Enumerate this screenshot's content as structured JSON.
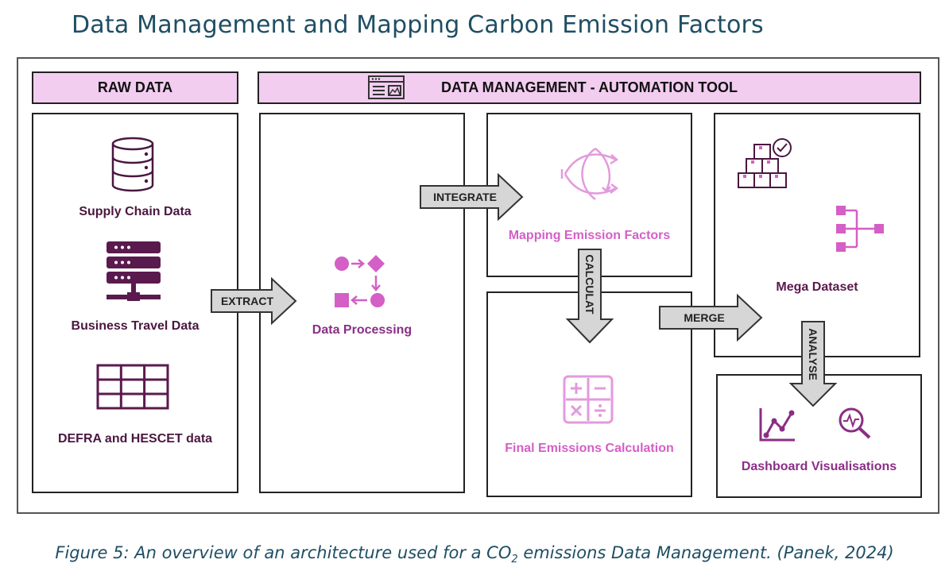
{
  "title": "Data Management and Mapping Carbon Emission Factors",
  "headers": {
    "raw": "RAW DATA",
    "tool": "DATA MANAGEMENT - AUTOMATION TOOL"
  },
  "raw_items": {
    "supply": "Supply Chain Data",
    "travel": "Business Travel Data",
    "defra": "DEFRA and HESCET data"
  },
  "stages": {
    "processing": "Data Processing",
    "mapping": "Mapping Emission Factors",
    "final": "Final Emissions Calculation",
    "mega": "Mega Dataset",
    "dashboard": "Dashboard Visualisations"
  },
  "arrows": {
    "extract": "EXTRACT",
    "integrate": "INTEGRATE",
    "calculat": "CALCULAT",
    "merge": "MERGE",
    "analyse": "ANALYSE"
  },
  "caption": {
    "prefix": "Figure 5: An overview of an architecture used for a CO",
    "sub": "2",
    "suffix": " emissions Data Management. (Panek, 2024)"
  },
  "colors": {
    "header_fill": "#f2cdf0",
    "icon_pink": "#d45fc6",
    "icon_dark": "#4a1740",
    "title_teal": "#1f4e63",
    "arrow_fill": "#d6d6d6"
  }
}
